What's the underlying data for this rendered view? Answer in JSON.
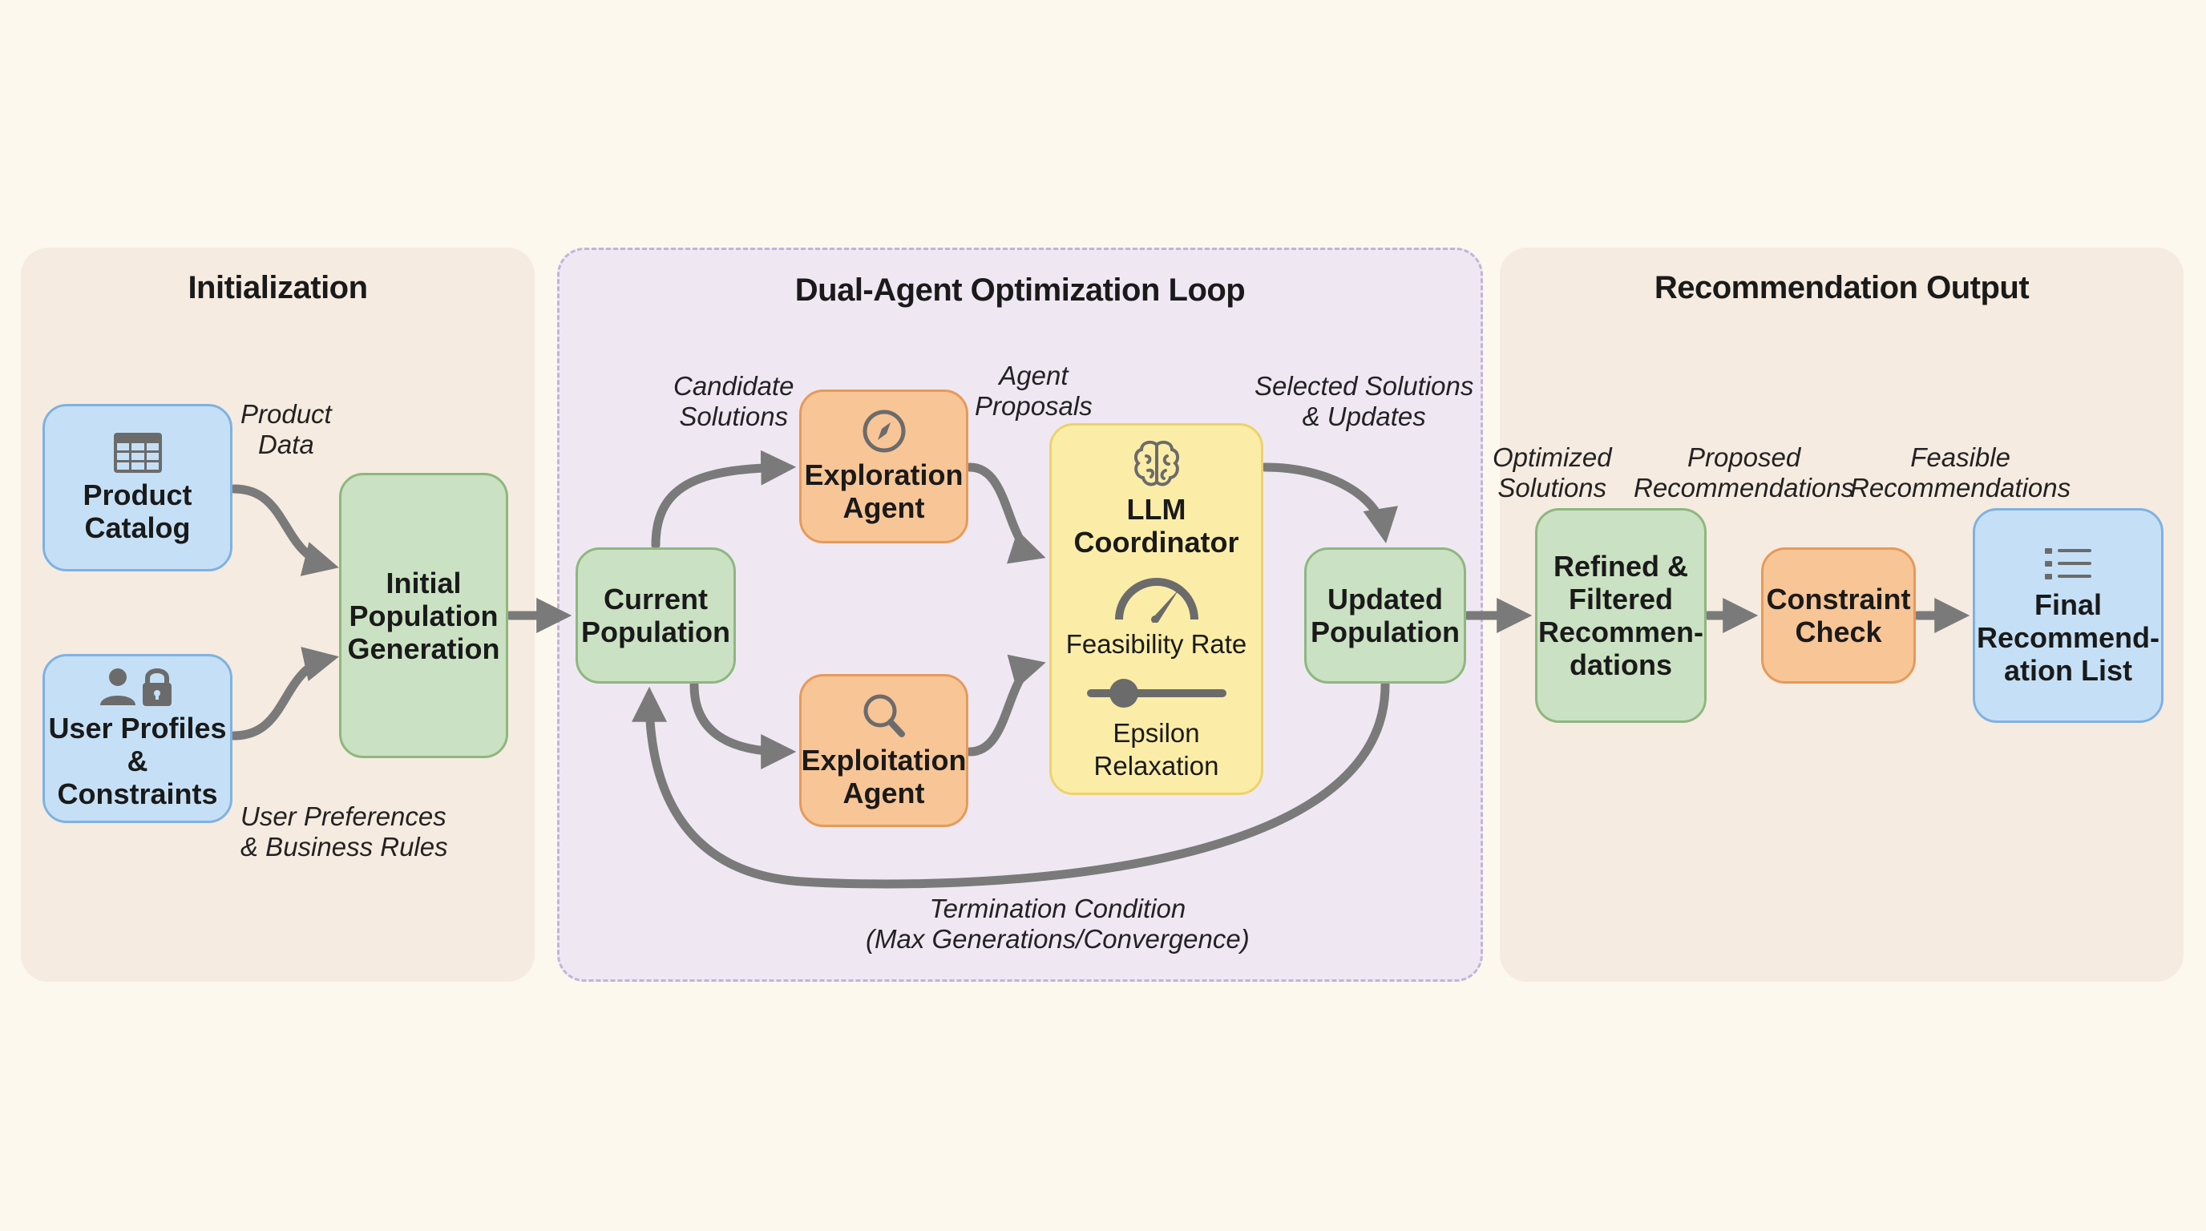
{
  "panels": {
    "initialization": "Initialization",
    "loop": "Dual-Agent Optimization Loop",
    "output": "Recommendation Output"
  },
  "nodes": {
    "product_catalog": {
      "line1": "Product",
      "line2": "Catalog",
      "icon": "table-icon"
    },
    "user_profiles": {
      "line1": "User Profiles",
      "line2": "& Constraints",
      "icon": "user-lock-icon"
    },
    "initial_population": {
      "line1": "Initial",
      "line2": "Population",
      "line3": "Generation"
    },
    "current_population": {
      "line1": "Current",
      "line2": "Population"
    },
    "exploration_agent": {
      "line1": "Exploration",
      "line2": "Agent",
      "icon": "compass-icon"
    },
    "exploitation_agent": {
      "line1": "Exploitation",
      "line2": "Agent",
      "icon": "magnifier-icon"
    },
    "llm_coordinator": {
      "line1": "LLM",
      "line2": "Coordinator",
      "icon": "brain-icon",
      "feasibility_label": "Feasibility Rate",
      "epsilon_label": "Epsilon Relaxation",
      "epsilon_slider_value": 0.25
    },
    "updated_population": {
      "line1": "Updated",
      "line2": "Population"
    },
    "refined": {
      "line1": "Refined &",
      "line2": "Filtered",
      "line3": "Recommen-",
      "line4": "dations"
    },
    "constraint_check": {
      "line1": "Constraint",
      "line2": "Check"
    },
    "final_list": {
      "line1": "Final",
      "line2": "Recommend-",
      "line3": "ation List",
      "icon": "list-icon"
    }
  },
  "edge_labels": {
    "product_data": {
      "line1": "Product",
      "line2": "Data"
    },
    "user_preferences": {
      "line1": "User Preferences",
      "line2": "& Business Rules"
    },
    "candidate_solutions": {
      "line1": "Candidate",
      "line2": "Solutions"
    },
    "agent_proposals": {
      "line1": "Agent",
      "line2": "Proposals"
    },
    "selected_solutions": {
      "line1": "Selected Solutions",
      "line2": "& Updates"
    },
    "termination": {
      "line1": "Termination Condition",
      "line2": "(Max Generations/Convergence)"
    },
    "optimized_solutions": {
      "line1": "Optimized",
      "line2": "Solutions"
    },
    "proposed_recommendations": {
      "line1": "Proposed",
      "line2": "Recommendations"
    },
    "feasible_recommendations": {
      "line1": "Feasible",
      "line2": "Recommendations"
    }
  },
  "colors": {
    "arrow": "#7a7a7a",
    "blue": "#c5e0f6",
    "green": "#cbe1c3",
    "orange": "#f8c596",
    "yellow": "#fbeda7",
    "loop_panel": "#efe8f3"
  }
}
